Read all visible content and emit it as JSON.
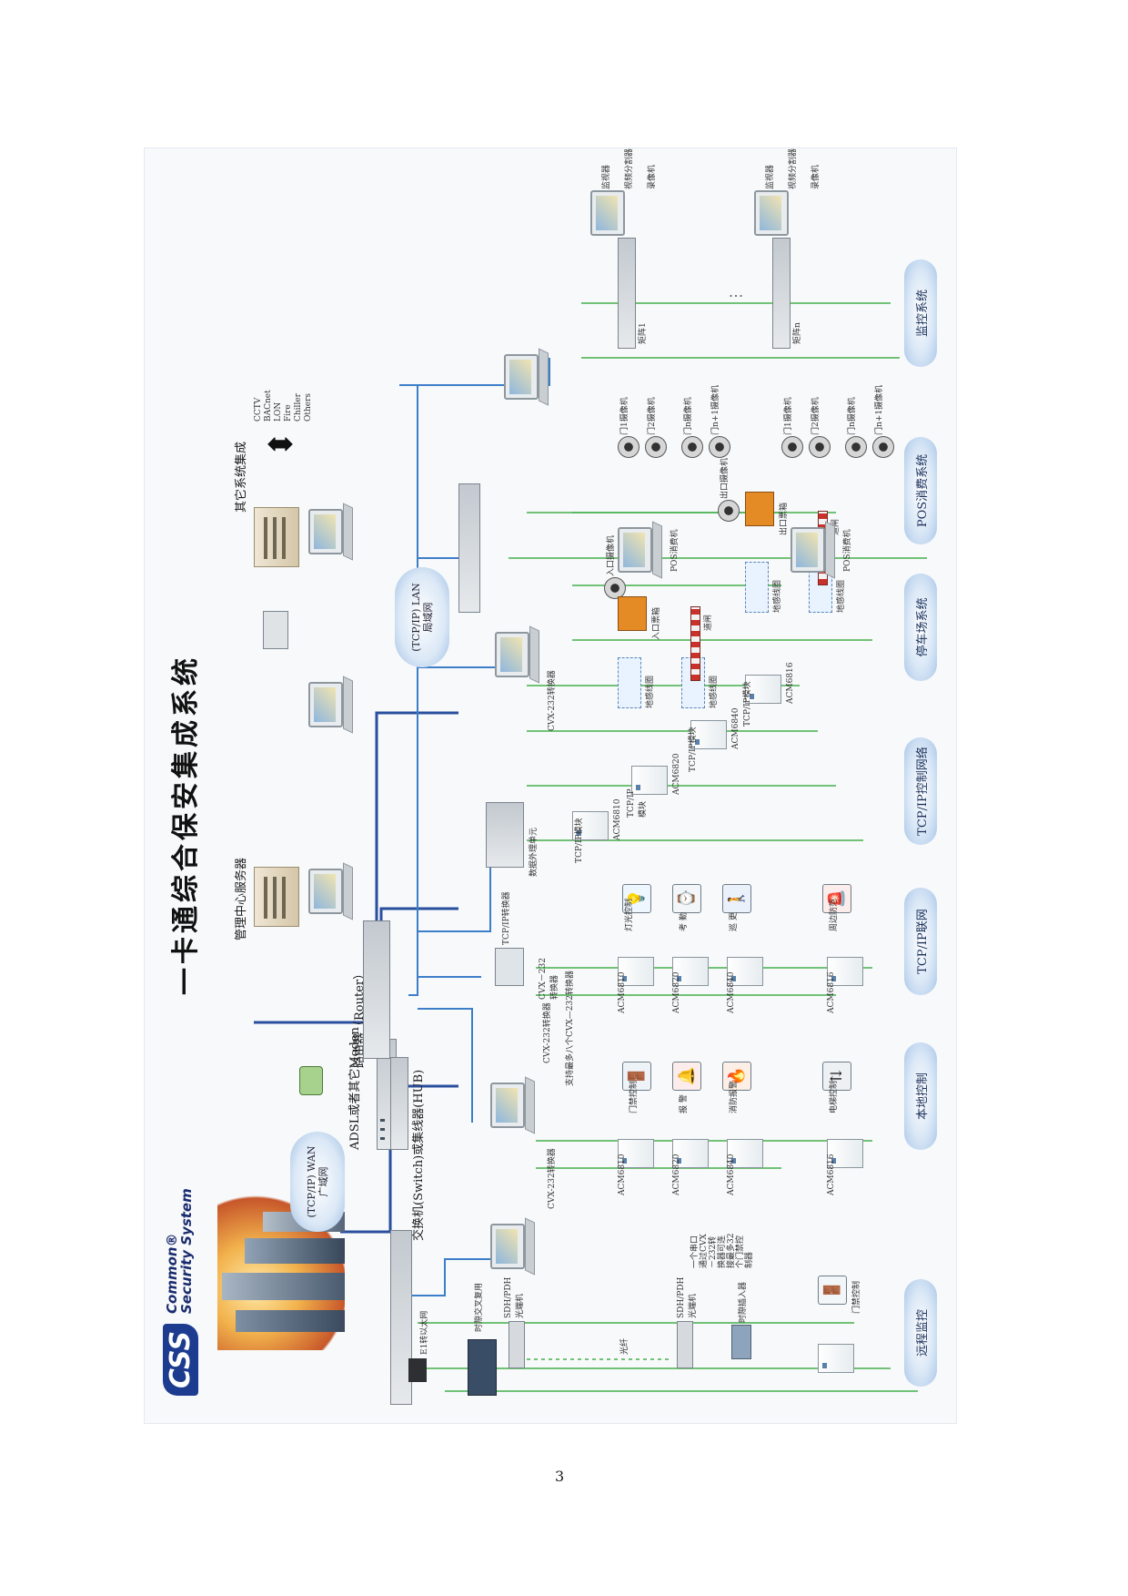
{
  "title": "一卡通综合保安集成系统",
  "brand": {
    "logo_text": "CSS",
    "name_line1": "Common®",
    "name_line2": "Security System"
  },
  "page_number": "3",
  "network": {
    "wan": "(TCP/IP) WAN\n广域网",
    "lan": "(TCP/IP) LAN\n局域网",
    "modem": "ADSL或者其它Moden",
    "router": "路由器（Router）",
    "switch": "交换机(Switch)或集线器(HUB)",
    "mgmt_server": "管理中心服务器",
    "other_integration": "其它系统集成",
    "protocols": [
      "CCTV",
      "BACnet",
      "LON",
      "Fire",
      "Chiller",
      "Others"
    ]
  },
  "colors": {
    "wan_link": "#2a4f9e",
    "lan_link": "#3d7ec9",
    "field_link": "#45b04a"
  },
  "subsystems": {
    "remote": {
      "name": "远程监控",
      "labels": [
        "E1转以太网",
        "时隙交叉复用",
        "SDH/PDH\n光端机",
        "光纤",
        "SDH/PDH\n光端机",
        "时隙插入器",
        "门禁控制"
      ]
    },
    "local": {
      "name": "本地控制",
      "labels": [
        "CVX-232转换器",
        "CVX-232转换器",
        "支持最多八个CVX—232转换器",
        "门禁控制",
        "报 警",
        "消防报警",
        "电梯控制",
        "ACM6810",
        "ACM6820",
        "ACM6840",
        "ACM6816",
        "一个串口\n通过CVX\n－232转\n换器可连\n接最多32\n个门禁控\n制器"
      ]
    },
    "tcpip_net": {
      "name": "TCP/IP联网",
      "labels": [
        "TCP/IP转换器",
        "CVX－232\n转换器",
        "灯光控制",
        "考 勤",
        "巡 更",
        "周边防范",
        "ACM6810",
        "ACM6820",
        "ACM6840",
        "ACM6816"
      ]
    },
    "tcpip_ctrl": {
      "name": "TCP/IP控制网络",
      "labels": [
        "数据外理单元",
        "TCP/IP模块",
        "TCP/IP\n模块",
        "TCP/IP模块",
        "TCP/IP模块",
        "ACM6810",
        "ACM6820",
        "ACM6840",
        "ACM6816"
      ]
    },
    "parking": {
      "name": "停车场系统",
      "labels": [
        "CVX-232转换器",
        "入口摄像机",
        "出口摄像机",
        "入口票箱",
        "出口票箱",
        "地感线圈",
        "地感线圈",
        "地感线圈",
        "地感线圈",
        "道闸",
        "道闸"
      ]
    },
    "pos": {
      "name": "POS消费系统",
      "labels": [
        "POS消费机",
        "POS消费机"
      ]
    },
    "cctv": {
      "name": "监控系统",
      "labels": [
        "监视器",
        "视频分割器",
        "录像机",
        "矩阵1",
        "门1摄像机",
        "门2摄像机",
        "门n摄像机",
        "门n+1摄像机",
        "监视器",
        "视频分割器",
        "录像机",
        "矩阵n",
        "门1摄像机",
        "门2摄像机",
        "门n摄像机",
        "门n+1摄像机"
      ]
    }
  }
}
